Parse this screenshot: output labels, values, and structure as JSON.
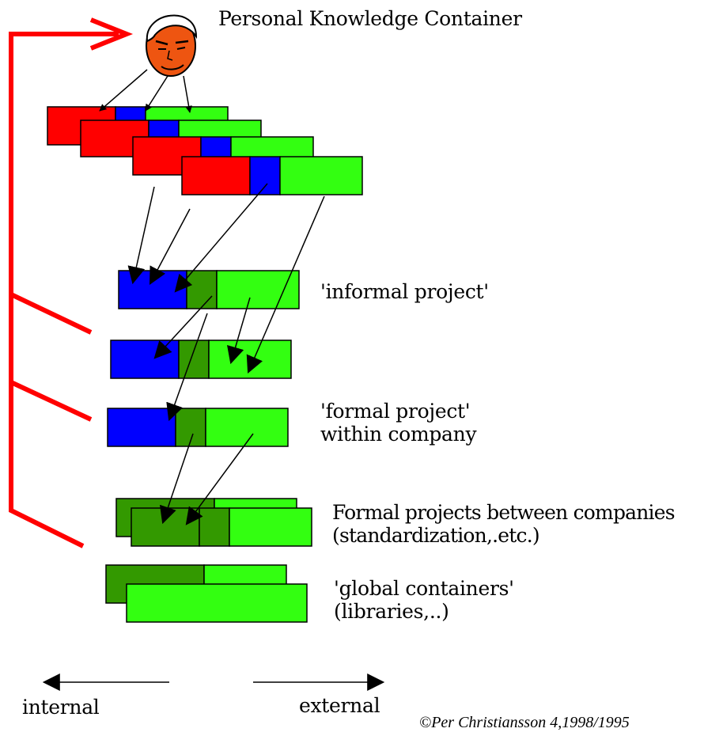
{
  "title": "Personal Knowledge Container",
  "levels": [
    {
      "id": "informal",
      "lines": [
        "'informal project'"
      ]
    },
    {
      "id": "formal",
      "lines": [
        "'formal project'",
        "within company"
      ]
    },
    {
      "id": "between",
      "lines": [
        "Formal projects between companies",
        "(standardization,.etc.)"
      ]
    },
    {
      "id": "global",
      "lines": [
        "'global containers'",
        "(libraries,..)"
      ]
    }
  ],
  "axis": {
    "left_label": "internal",
    "right_label": "external"
  },
  "credit": "©Per Christiansson 4,1998/1995",
  "colors": {
    "red": "#ff0000",
    "blue": "#0000ff",
    "green": "#33ff11",
    "dark_green": "#339900",
    "feedback": "#ff0000",
    "skin": "#ee5511"
  },
  "icons": [
    "person-face-icon",
    "arrow-left-icon",
    "arrow-right-icon"
  ]
}
